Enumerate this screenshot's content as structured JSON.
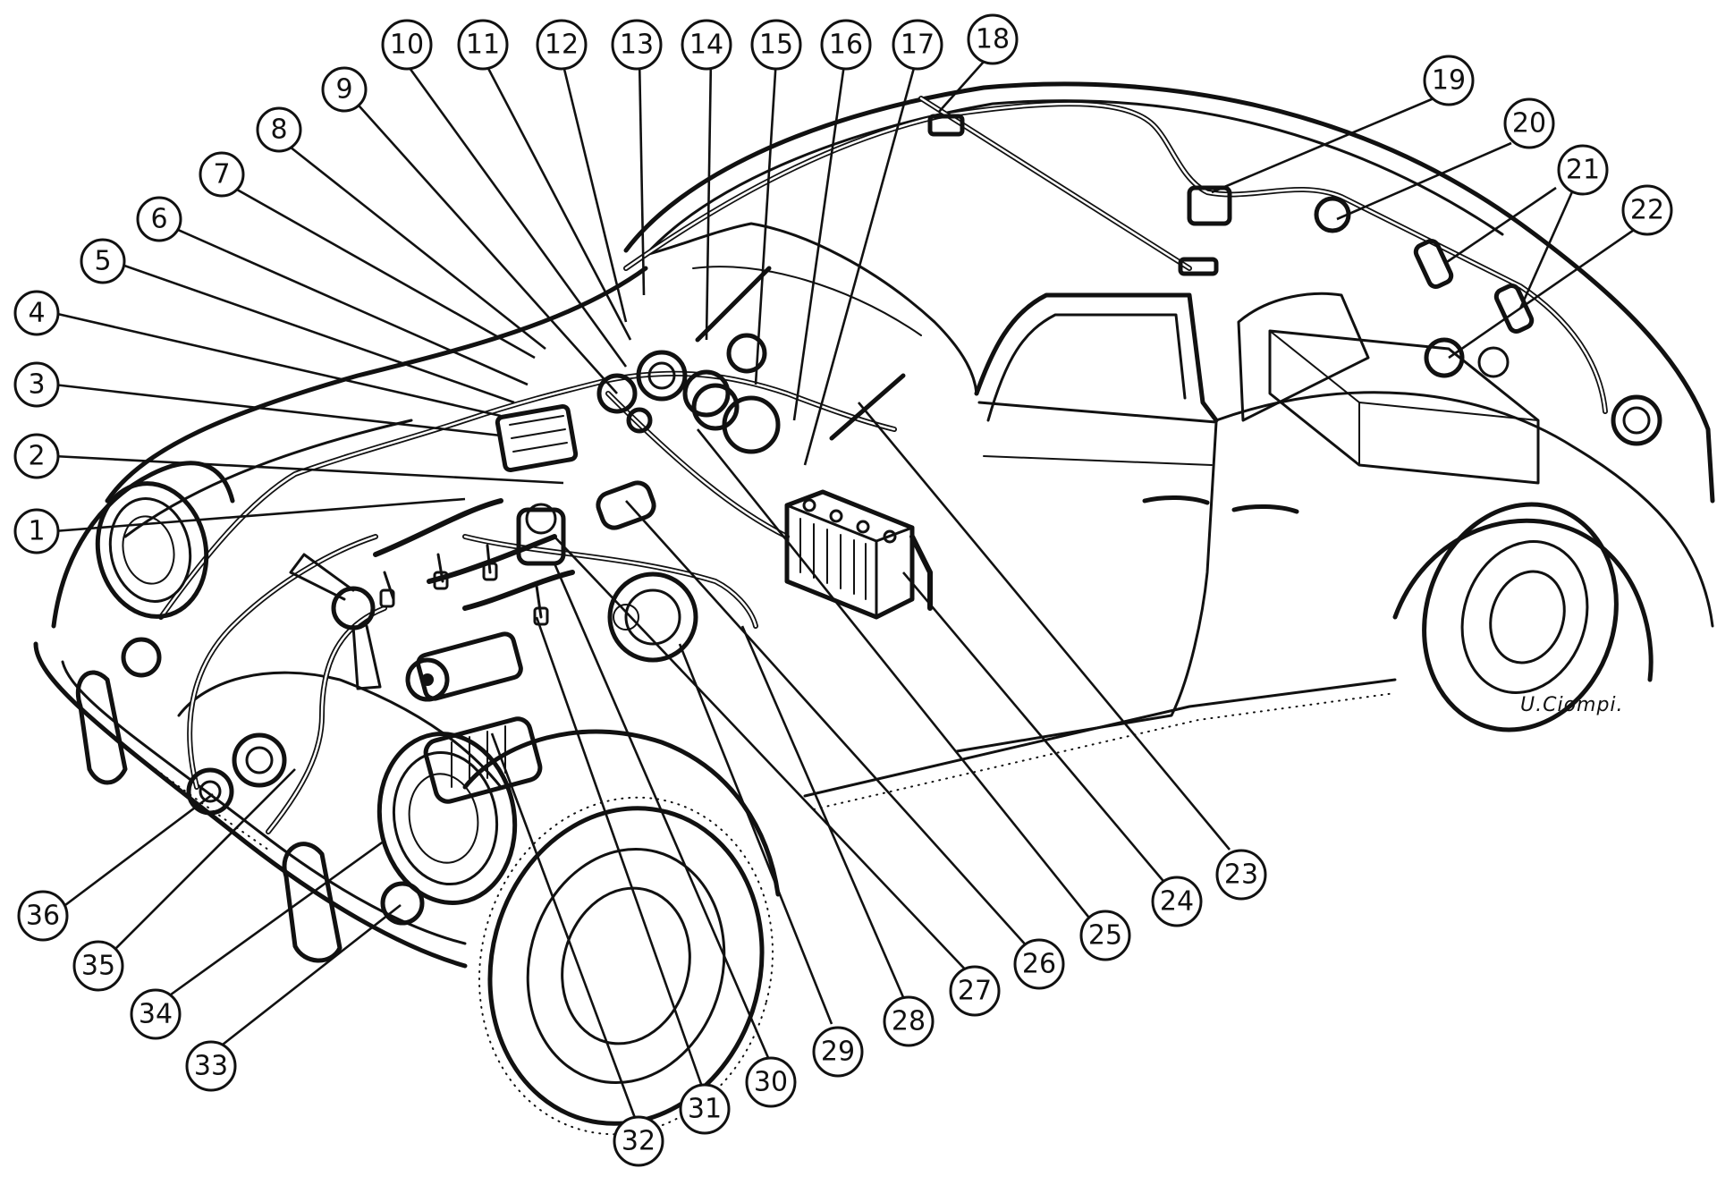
{
  "signature": "U.Ciompi.",
  "callouts": [
    {
      "n": "1"
    },
    {
      "n": "2"
    },
    {
      "n": "3"
    },
    {
      "n": "4"
    },
    {
      "n": "5"
    },
    {
      "n": "6"
    },
    {
      "n": "7"
    },
    {
      "n": "8"
    },
    {
      "n": "9"
    },
    {
      "n": "10"
    },
    {
      "n": "11"
    },
    {
      "n": "12"
    },
    {
      "n": "13"
    },
    {
      "n": "14"
    },
    {
      "n": "15"
    },
    {
      "n": "16"
    },
    {
      "n": "17"
    },
    {
      "n": "18"
    },
    {
      "n": "19"
    },
    {
      "n": "20"
    },
    {
      "n": "21"
    },
    {
      "n": "22"
    },
    {
      "n": "23"
    },
    {
      "n": "24"
    },
    {
      "n": "25"
    },
    {
      "n": "26"
    },
    {
      "n": "27"
    },
    {
      "n": "28"
    },
    {
      "n": "29"
    },
    {
      "n": "30"
    },
    {
      "n": "31"
    },
    {
      "n": "32"
    },
    {
      "n": "33"
    },
    {
      "n": "34"
    },
    {
      "n": "35"
    },
    {
      "n": "36"
    }
  ],
  "colors": {
    "ink": "#111111",
    "paper": "#ffffff"
  }
}
